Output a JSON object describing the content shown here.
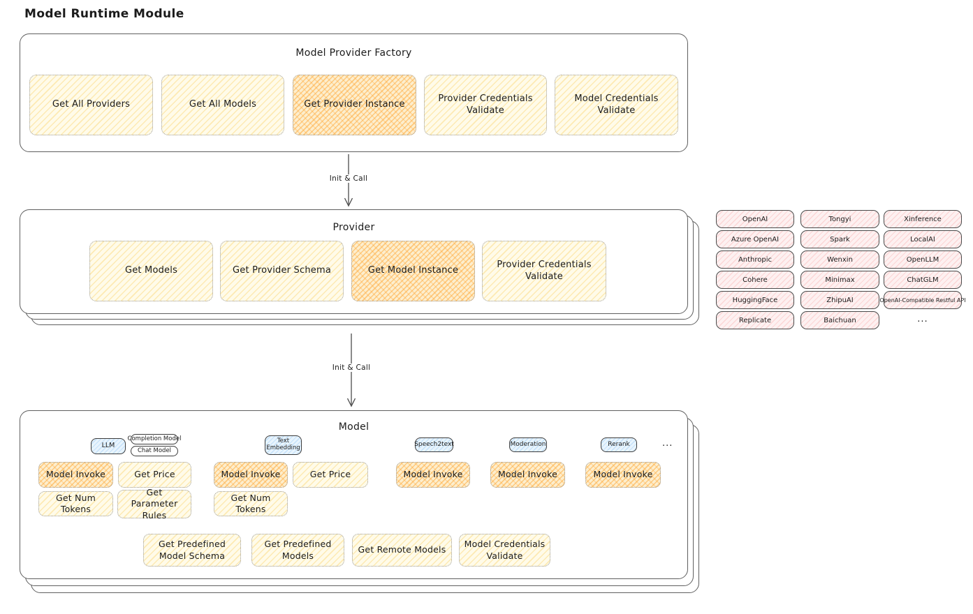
{
  "page": {
    "title": "Model Runtime Module"
  },
  "flows": {
    "init_call_1": "Init & Call",
    "init_call_2": "Init & Call"
  },
  "factory": {
    "title": "Model Provider Factory",
    "ops": [
      "Get All Providers",
      "Get All Models",
      "Get Provider Instance",
      "Provider Credentials Validate",
      "Model Credentials Validate"
    ]
  },
  "provider": {
    "title": "Provider",
    "ops": [
      "Get Models",
      "Get Provider Schema",
      "Get Model Instance",
      "Provider Credentials Validate"
    ]
  },
  "providers": {
    "columns": [
      [
        "OpenAI",
        "Azure OpenAI",
        "Anthropic",
        "Cohere",
        "HuggingFace",
        "Replicate"
      ],
      [
        "Tongyi",
        "Spark",
        "Wenxin",
        "Minimax",
        "ZhipuAI",
        "Baichuan"
      ],
      [
        "Xinference",
        "LocalAI",
        "OpenLLM",
        "ChatGLM",
        "OpenAI-Compatible Restful API",
        "..."
      ]
    ]
  },
  "model": {
    "title": "Model",
    "tags": {
      "llm": "LLM",
      "completion": "Completion Model",
      "chat": "Chat Model",
      "embedding": "Text Embedding",
      "speech2text": "Speech2text",
      "moderation": "Moderation",
      "rerank": "Rerank",
      "more": "..."
    },
    "llm_ops": [
      "Model Invoke",
      "Get Price",
      "Get Num Tokens",
      "Get Parameter Rules"
    ],
    "embedding_ops": [
      "Model Invoke",
      "Get Price",
      "Get Num Tokens"
    ],
    "speech2text_ops": [
      "Model Invoke"
    ],
    "moderation_ops": [
      "Model Invoke"
    ],
    "rerank_ops": [
      "Model Invoke"
    ],
    "shared_ops": [
      "Get Predefined Model Schema",
      "Get Predefined Models",
      "Get Remote Models",
      "Model Credentials Validate"
    ]
  },
  "colors": {
    "op_fill": "#fffbe9",
    "op_highlight": "#fdeecd",
    "op_highlight_hatch": "#ffa32e",
    "provider_chip_fill": "#fdf1f1",
    "tag_blue_fill": "#e8f4fd"
  }
}
